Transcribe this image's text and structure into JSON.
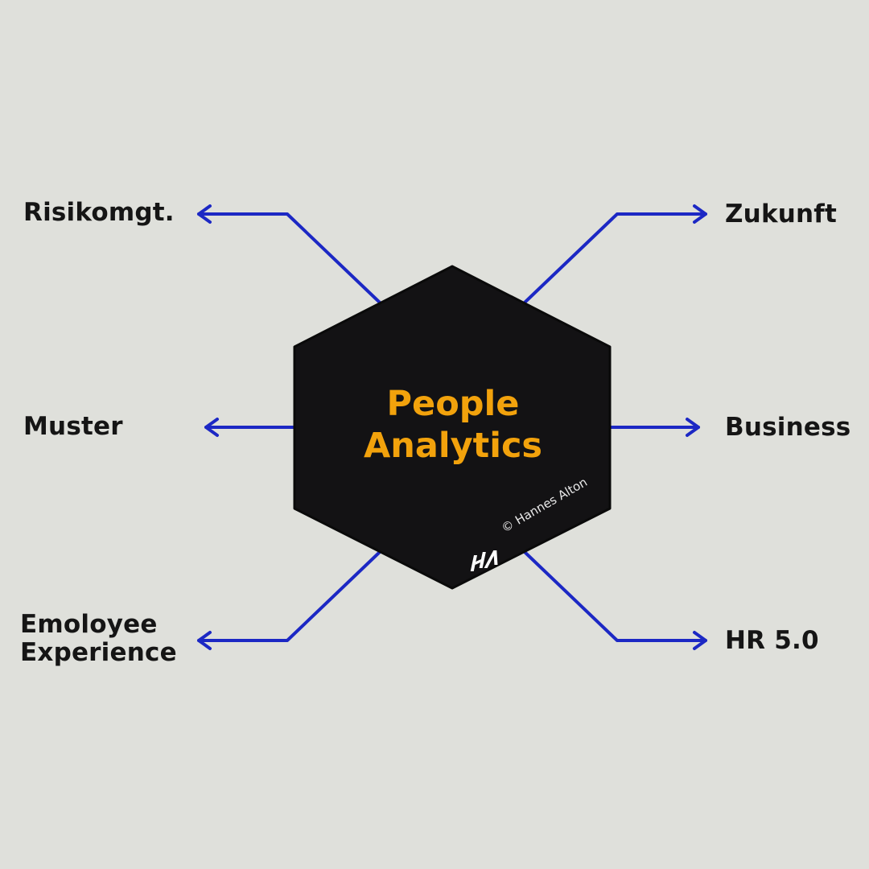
{
  "diagram": {
    "background_color": "#dfe0db",
    "hexagon_color": "#131214",
    "arrow_color": "#1c28c4",
    "title_color": "#f2a20c",
    "center": {
      "title_line1": "People",
      "title_line2": "Analytics"
    },
    "nodes": {
      "risikomgt": "Risikomgt.",
      "muster": "Muster",
      "employee_line1": "Emoloyee",
      "employee_line2": "Experience",
      "zukunft": "Zukunft",
      "business": "Business",
      "hr": "HR 5.0"
    },
    "copyright": "© Hannes Alton",
    "logo_icon": "hannes-alton-logo-icon"
  }
}
